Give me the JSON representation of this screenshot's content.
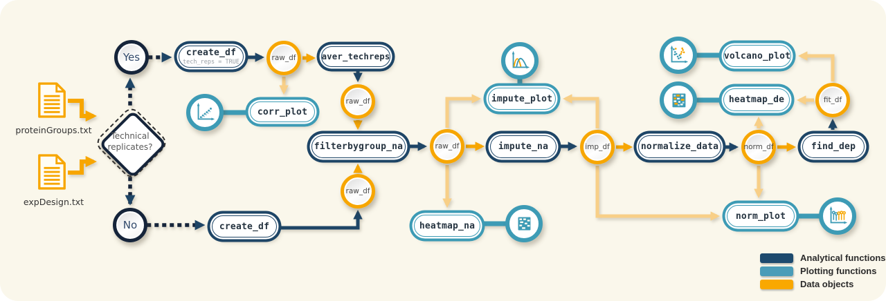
{
  "colors": {
    "background": "#faf7eb",
    "analytical": "#1e4566",
    "plotting": "#3d9bb5",
    "data_object": "#f7a600",
    "arrow_light": "#f8cf87"
  },
  "inputs": {
    "files": [
      {
        "label": "proteinGroups.txt"
      },
      {
        "label": "expDesign.txt"
      }
    ]
  },
  "decision": {
    "question": "Technical replicates?",
    "yes_label": "Yes",
    "no_label": "No"
  },
  "functions": {
    "create_df_top": {
      "label": "create_df",
      "param": "tech_reps = TRUE"
    },
    "aver_techreps": {
      "label": "aver_techreps"
    },
    "filterbygroup_na": {
      "label": "filterbygroup_na"
    },
    "create_df_bottom": {
      "label": "create_df"
    },
    "impute_na": {
      "label": "impute_na"
    },
    "normalize_data": {
      "label": "normalize_data"
    },
    "find_dep": {
      "label": "find_dep"
    }
  },
  "plots": {
    "corr_plot": {
      "label": "corr_plot"
    },
    "impute_plot": {
      "label": "impute_plot"
    },
    "heatmap_na": {
      "label": "heatmap_na"
    },
    "volcano_plot": {
      "label": "volcano_plot"
    },
    "heatmap_de": {
      "label": "heatmap_de"
    },
    "norm_plot": {
      "label": "norm_plot"
    }
  },
  "data_objects": {
    "raw_df": "raw_df",
    "imp_df": "imp_df",
    "norm_df": "norm_df",
    "fit_df": "fit_df"
  },
  "legend": {
    "items": [
      {
        "label": "Analytical functions",
        "color": "#1d4a6e"
      },
      {
        "label": "Plotting functions",
        "color": "#4a9cb8"
      },
      {
        "label": "Data objects",
        "color": "#f9a800"
      }
    ]
  }
}
